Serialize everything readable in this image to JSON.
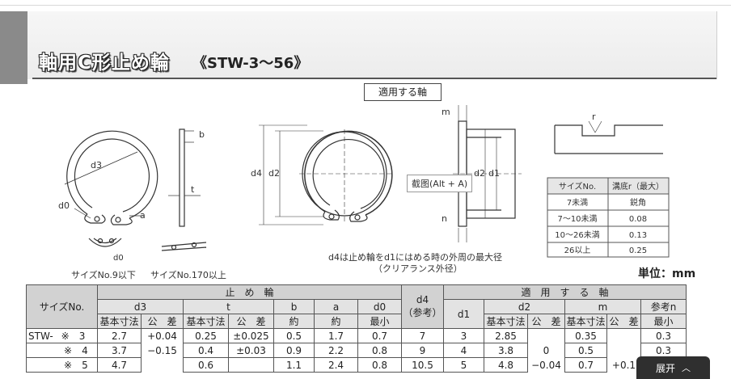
{
  "header": {
    "title": "軸用C形止め輪",
    "subtitle": "《STW-3～56》"
  },
  "shaft_section": {
    "label": "適用する軸"
  },
  "figure_labels": {
    "d3": "d3",
    "b": "b",
    "t": "t",
    "d0": "d0",
    "a": "a",
    "d4": "d4",
    "d2": "d2",
    "d1": "d1",
    "m": "m",
    "n": "n",
    "r": "r"
  },
  "captions": {
    "small": "サイズNo.9以下",
    "large": "サイズNo.170以上",
    "d4_note_1": "d4は止め輪をd1にはめる時の外周の最大径",
    "d4_note_2": "（クリアランス外径）"
  },
  "tooltip": {
    "text": "截图(Alt + A)"
  },
  "fillet_table": {
    "headers": [
      "サイズNo.",
      "溝底r（最大）"
    ],
    "rows": [
      [
        "7未満",
        "鋭角"
      ],
      [
        "7～10未満",
        "0.08"
      ],
      [
        "10～26未満",
        "0.13"
      ],
      [
        "26以上",
        "0.25"
      ]
    ]
  },
  "unit_note": "単位：mm",
  "spec_table": {
    "size_header": "サイズNo.",
    "ring_header": "止　め　輪",
    "shaft_header": "適　用　す　る　軸",
    "cols": {
      "d3": "d3",
      "t": "t",
      "b": "b",
      "a": "a",
      "d0": "d0",
      "d4": "d4",
      "d4_ref": "（参考）",
      "d1": "d1",
      "d2": "d2",
      "m": "m",
      "n": "参考n"
    },
    "sub": {
      "basic": "基本寸法",
      "tol": "公　差",
      "approx": "約",
      "min": "最小"
    },
    "rows": [
      {
        "prefix": "STW-",
        "mark": "※",
        "size": "3",
        "d3": "2.7",
        "d3_tol": "+0.04",
        "t": "0.25",
        "t_tol": "±0.025",
        "b": "0.5",
        "a": "1.7",
        "d0": "0.7",
        "d4": "7",
        "d1": "3",
        "d2": "2.85",
        "d2_tol": "",
        "m": "0.35",
        "m_tol": "",
        "n": "0.3"
      },
      {
        "prefix": "",
        "mark": "※",
        "size": "4",
        "d3": "3.7",
        "d3_tol": "−0.15",
        "t": "0.4",
        "t_tol": "±0.03",
        "b": "0.9",
        "a": "2.2",
        "d0": "0.8",
        "d4": "9",
        "d1": "4",
        "d2": "3.8",
        "d2_tol": "0",
        "m": "0.5",
        "m_tol": "",
        "n": "0.3"
      },
      {
        "prefix": "",
        "mark": "※",
        "size": "5",
        "d3": "4.7",
        "d3_tol": "",
        "t": "0.6",
        "t_tol": "",
        "b": "1.1",
        "a": "2.4",
        "d0": "0.8",
        "d4": "10.5",
        "d1": "5",
        "d2": "4.8",
        "d2_tol": "−0.04",
        "m": "0.7",
        "m_tol": "+0.1",
        "n": ""
      }
    ]
  },
  "expand_button": {
    "label": "展开",
    "icon": "chevron-up-icon"
  }
}
